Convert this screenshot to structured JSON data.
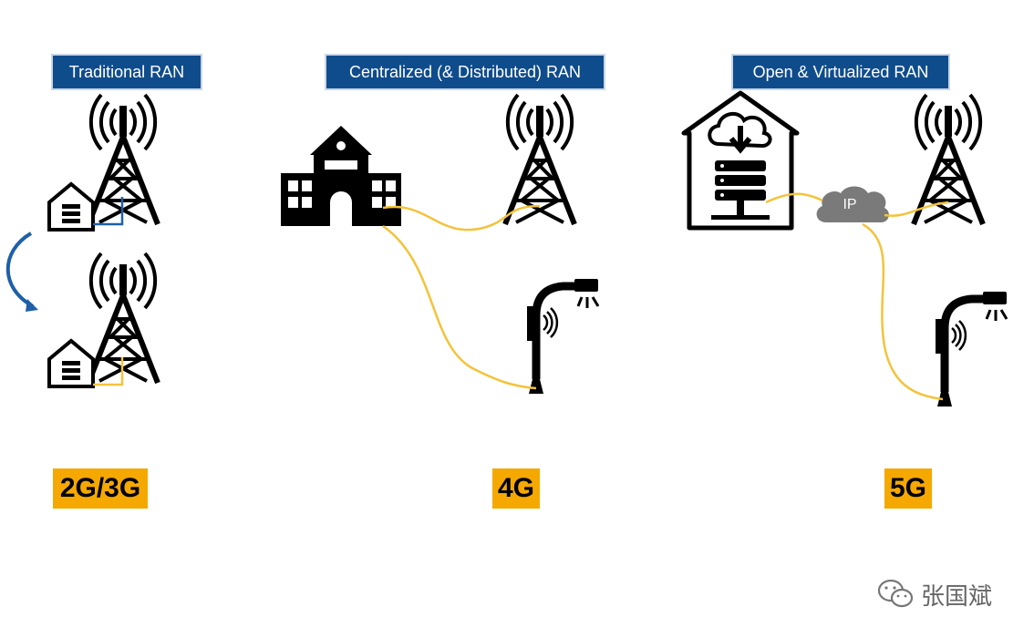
{
  "panels": [
    {
      "header": "Traditional RAN",
      "generation": "2G/3G"
    },
    {
      "header": "Centralized (& Distributed) RAN",
      "generation": "4G"
    },
    {
      "header": "Open & Virtualized RAN",
      "generation": "5G"
    }
  ],
  "cloud_label": "IP",
  "watermark": "张国斌",
  "colors": {
    "header_bg": "#0f4c8c",
    "generation_bg": "#f5a800",
    "link": "#f3c33b",
    "blue_link": "#1f5fa8"
  }
}
